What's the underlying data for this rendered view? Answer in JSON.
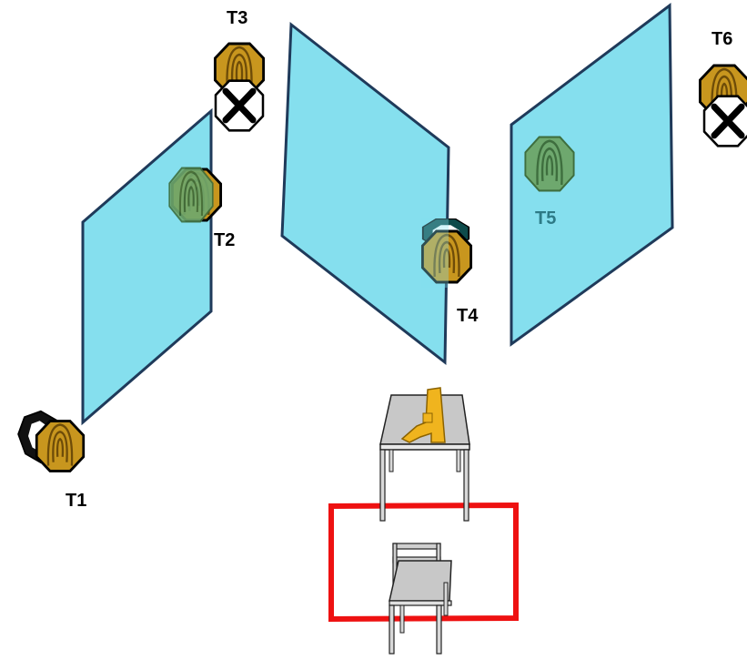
{
  "targets": {
    "t1": {
      "label": "T1"
    },
    "t2": {
      "label": "T2"
    },
    "t3": {
      "label": "T3"
    },
    "t4": {
      "label": "T4"
    },
    "t5": {
      "label": "T5"
    },
    "t6": {
      "label": "T6"
    }
  },
  "colors": {
    "barrier_fill": "#85dfee",
    "barrier_stroke": "#1f3a5a",
    "steel_target": "#c8961e",
    "steel_target_dark": "#6e4c08",
    "green_target": "#6ea86e",
    "green_target_dark": "#3e6e3e",
    "t5_label": "#2d7a86",
    "shooting_box": "#ee1111",
    "table_top": "#c8c8c8",
    "pistol": "#f0b41e"
  },
  "icons": {
    "steel": "octagon-steel-target-icon",
    "no_shoot": "no-shoot-x-target-icon",
    "pistol": "pistol-icon",
    "table": "table-icon",
    "chair": "chair-icon"
  }
}
